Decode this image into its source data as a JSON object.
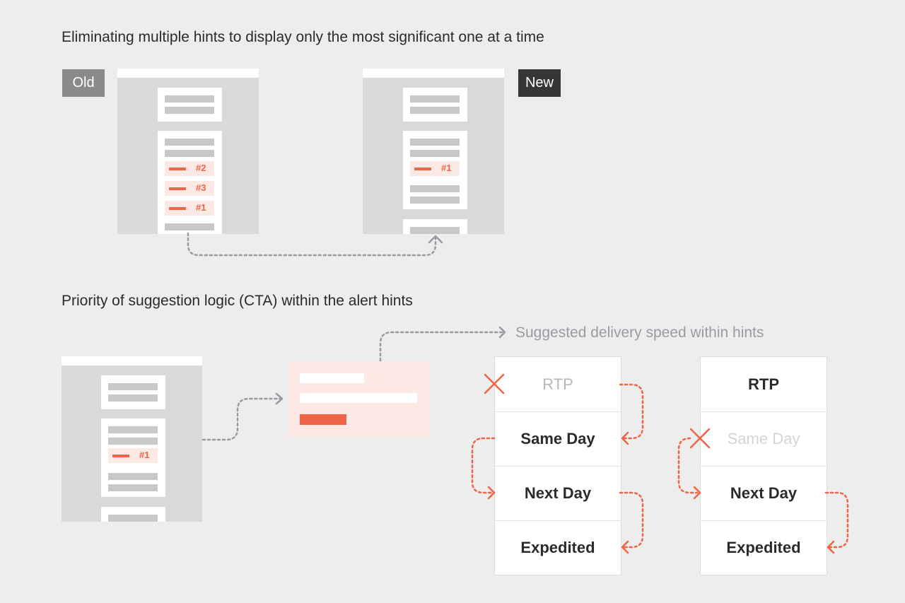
{
  "section1": {
    "title": "Eliminating multiple hints to display only the most significant one at a time",
    "old_label": "Old",
    "new_label": "New",
    "old_hints": [
      "#2",
      "#3",
      "#1"
    ],
    "new_hint": "#1"
  },
  "section2": {
    "title": "Priority of suggestion logic (CTA) within the alert hints",
    "screen_hint": "#1",
    "note": "Suggested delivery speed within hints",
    "column_a": [
      "RTP",
      "Same Day",
      "Next Day",
      "Expedited"
    ],
    "column_b": [
      "RTP",
      "Same Day",
      "Next Day",
      "Expedited"
    ]
  },
  "colors": {
    "accent": "#ee6446",
    "tag_old": "#8a8a8a",
    "tag_new": "#363636",
    "connector": "#9a9aa4"
  }
}
